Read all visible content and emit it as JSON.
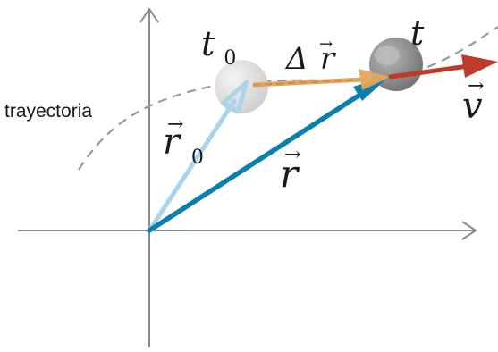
{
  "diagram": {
    "trajectory_label": "trayectoria",
    "initial_time_label": {
      "base": "t",
      "subscript": "0"
    },
    "final_time_label": "t",
    "displacement_label": {
      "prefix": "Δ",
      "symbol": "r",
      "arrow": "→"
    },
    "position_label": {
      "symbol": "r",
      "arrow": "→"
    },
    "initial_position_label": {
      "symbol": "r",
      "subscript": "0",
      "arrow": "→"
    },
    "velocity_label": {
      "symbol": "v",
      "arrow": "→"
    },
    "colors": {
      "axes": "#8a8a8a",
      "trajectory": "#8f8f8f",
      "initial_position_vector": "#a9d4ea",
      "position_vector": "#0a7fb0",
      "displacement_vector": "#e6a55a",
      "velocity_vector": "#c0392b",
      "particle_initial": "#dcdcdc",
      "particle_final": "#8f8f8f",
      "text": "#1a1a1a"
    }
  }
}
